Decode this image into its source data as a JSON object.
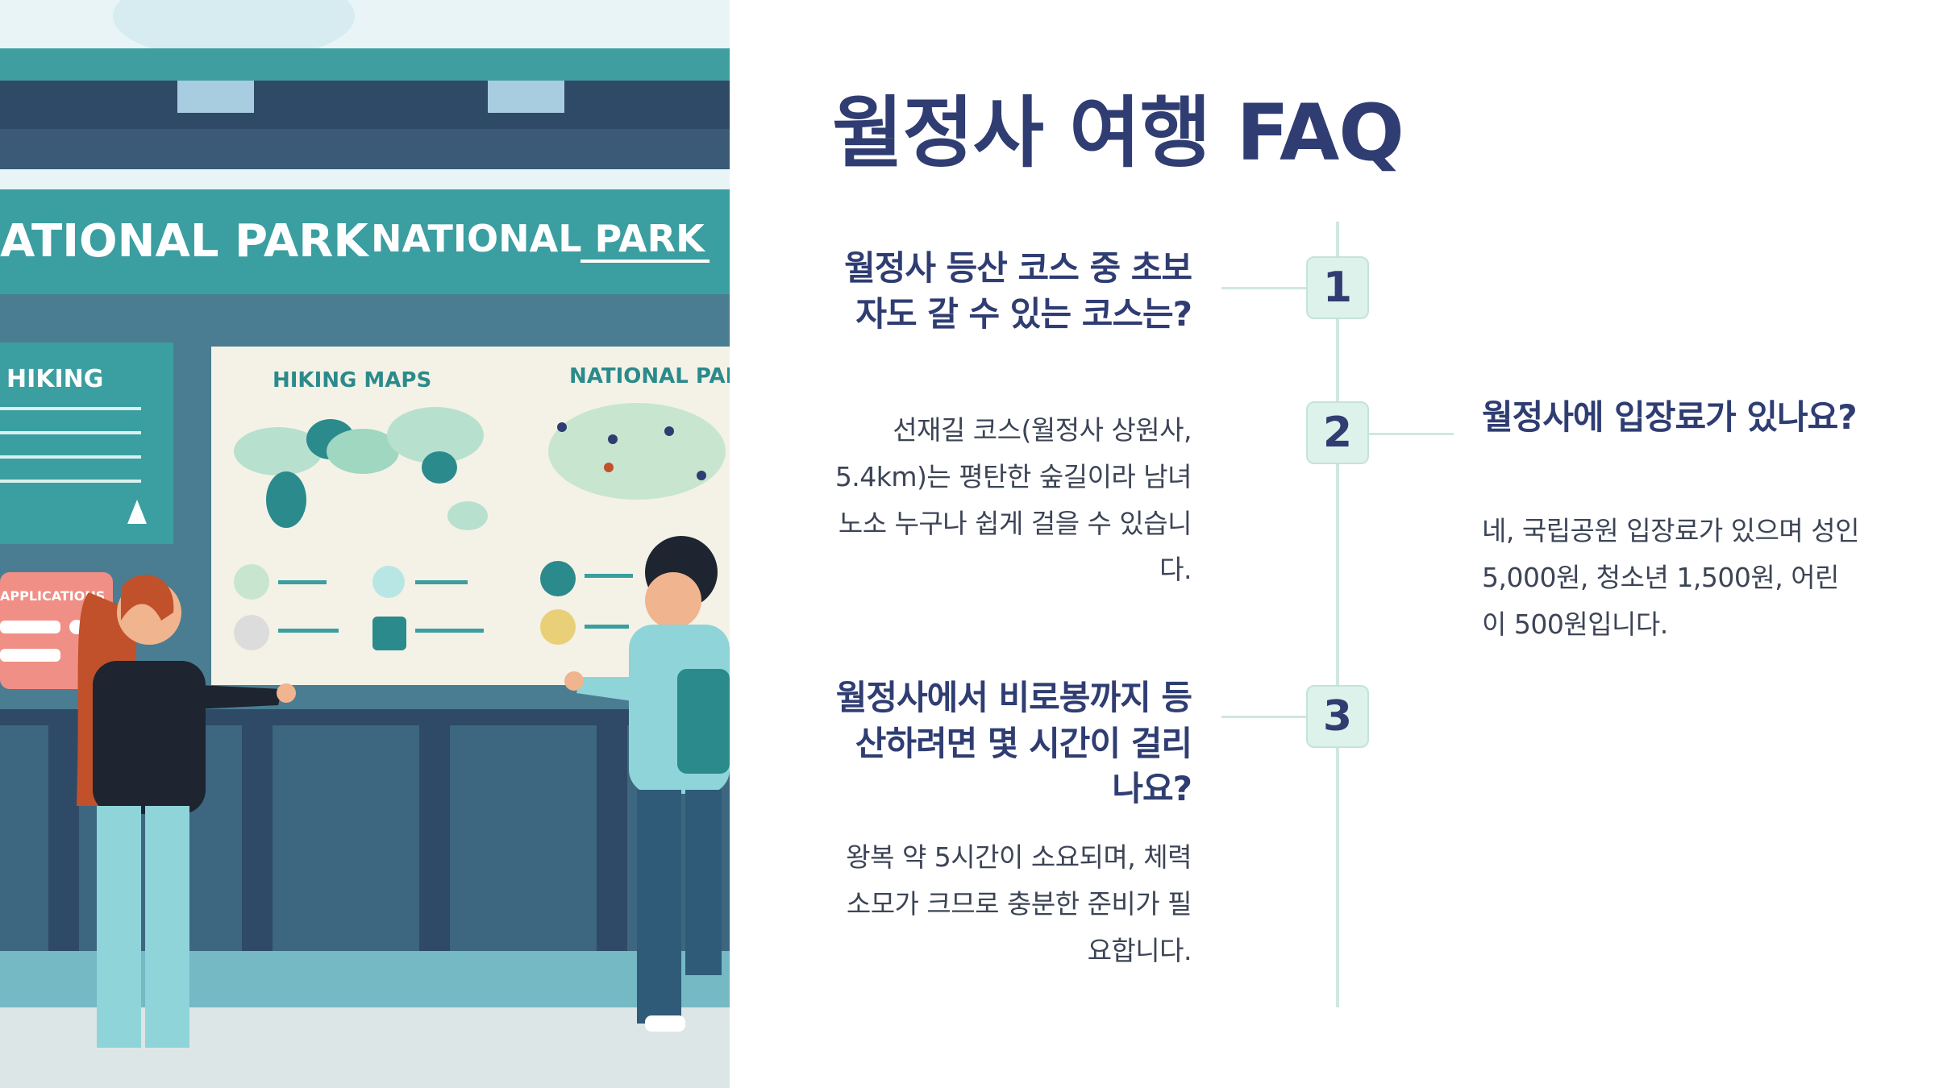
{
  "page": {
    "title": "월정사 여행 FAQ",
    "accent_color": "#2f3d72",
    "line_color": "#cfe8df"
  },
  "illustration": {
    "description_icon": "national-park-signboard-illustration",
    "sign_text_left": "ATIONAL PARK",
    "sign_text_right": "NATIONAL PARK",
    "panel_hiking": "HIKING",
    "panel_maps": "HIKING MAPS",
    "panel_national": "NATIONAL PAR",
    "panel_applications": "APPLICATIONS"
  },
  "faqs": [
    {
      "number": "1",
      "question": "월정사 등산 코스 중 초보자도 갈 수 있는 코스는?",
      "answer": "선재길 코스(월정사 상원사, 5.4km)는 평탄한 숲길이라 남녀노소 누구나 쉽게 걸을 수 있습니다."
    },
    {
      "number": "2",
      "question": "월정사에 입장료가 있나요?",
      "answer": "네, 국립공원 입장료가 있으며 성인 5,000원, 청소년 1,500원, 어린이 500원입니다."
    },
    {
      "number": "3",
      "question": "월정사에서 비로봉까지 등산하려면 몇 시간이 걸리나요?",
      "answer": "왕복 약 5시간이 소요되며, 체력 소모가 크므로 충분한 준비가 필요합니다."
    }
  ]
}
